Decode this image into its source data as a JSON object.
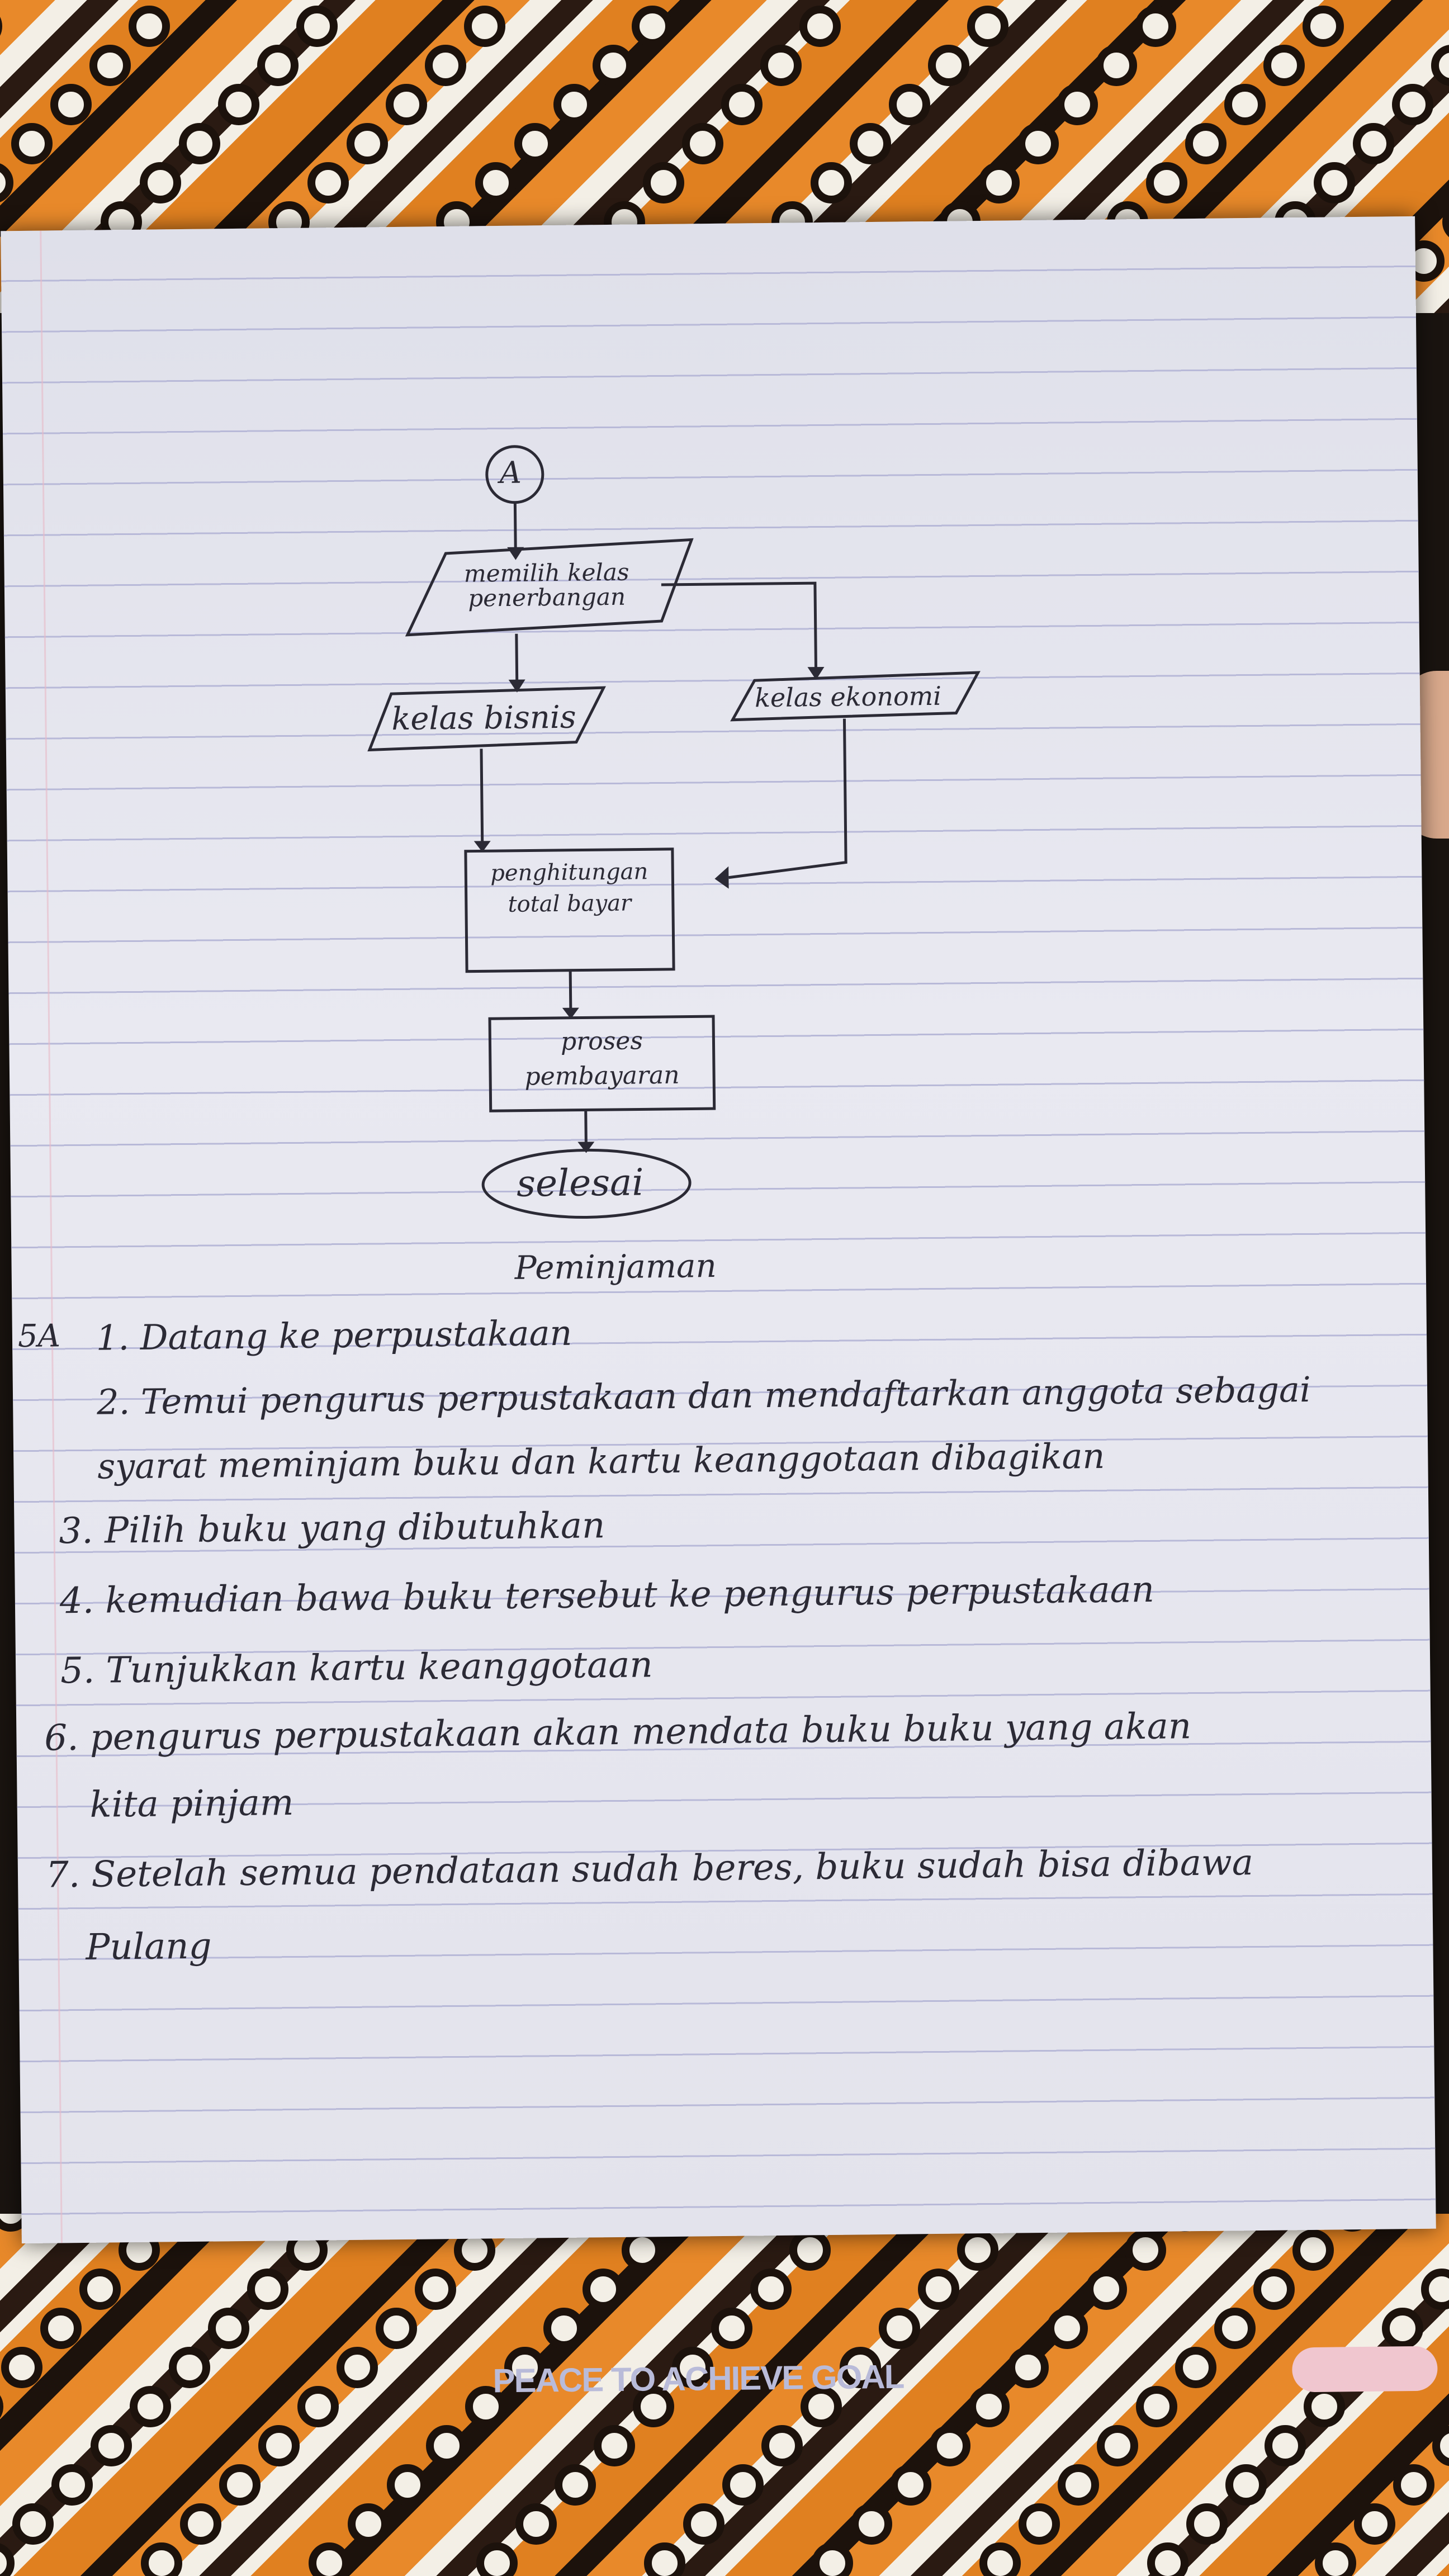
{
  "flowchart": {
    "connector_label": "A",
    "step_select_class": "memilih kelas penerbangan",
    "option_business": "kelas bisnis",
    "option_economy": "kelas ekonomi",
    "step_calculate": "penghitungan total bayar",
    "step_payment": "proses pembayaran",
    "end_label": "selesai"
  },
  "notes": {
    "heading": "Peminjaman",
    "problem_number": "5A",
    "steps": [
      "1. Datang ke perpustakaan",
      "2. Temui pengurus perpustakaan dan mendaftarkan anggota sebagai",
      "syarat meminjam buku dan kartu keanggotaan dibagikan",
      "3. Pilih buku yang dibutuhkan",
      "4. kemudian bawa buku tersebut ke pengurus perpustakaan",
      "5. Tunjukkan kartu keanggotaan",
      "6. pengurus perpustakaan akan mendata buku buku yang akan",
      "kita pinjam",
      "7. Setelah semua pendataan sudah beres, buku sudah bisa dibawa",
      "Pulang"
    ]
  },
  "footer": {
    "slogan": "PEACE TO ACHIEVE GOAL"
  },
  "colors": {
    "batik_orange": "#e8892a",
    "paper": "#e6e6ef",
    "ink": "#2b2a35",
    "ruled_line": "#b8b9d8"
  }
}
